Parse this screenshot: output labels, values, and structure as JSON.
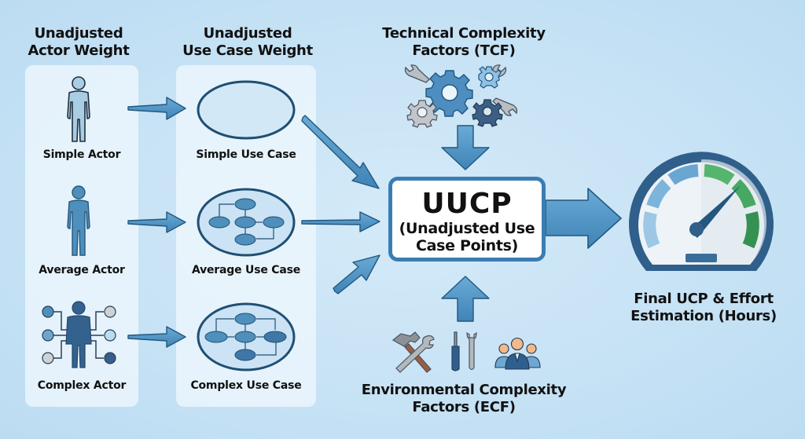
{
  "columns": {
    "actor": {
      "heading_line1": "Unadjusted",
      "heading_line2": "Actor Weight"
    },
    "use_case": {
      "heading_line1": "Unadjusted",
      "heading_line2": "Use Case Weight"
    }
  },
  "actors": [
    {
      "label": "Simple Actor",
      "icon": "person-outline-icon"
    },
    {
      "label": "Average Actor",
      "icon": "person-filled-icon"
    },
    {
      "label": "Complex Actor",
      "icon": "person-network-icon"
    }
  ],
  "use_cases": [
    {
      "label": "Simple Use Case",
      "icon": "empty-ellipse-icon"
    },
    {
      "label": "Average Use Case",
      "icon": "flow-ellipse-icon"
    },
    {
      "label": "Complex Use Case",
      "icon": "complex-flow-ellipse-icon"
    }
  ],
  "tcf": {
    "heading_line1": "Technical Complexity",
    "heading_line2": "Factors (TCF)",
    "icon": "gears-wrenches-icon"
  },
  "ecf": {
    "heading_line1": "Environmental Complexity",
    "heading_line2": "Factors (ECF)",
    "icon": "tools-team-icon"
  },
  "uucp": {
    "title": "UUCP",
    "subtitle_line1": "(Unadjusted Use",
    "subtitle_line2": "Case Points)"
  },
  "result": {
    "label_line1": "Final UCP & Effort",
    "label_line2": "Estimation (Hours)",
    "icon": "gauge-icon"
  },
  "colors": {
    "background": "#c6e2f5",
    "arrow_fill": "#4a90c0",
    "arrow_stroke": "#23577f",
    "dark_blue": "#2f5f8a",
    "gauge_green": "#3fa55f"
  }
}
